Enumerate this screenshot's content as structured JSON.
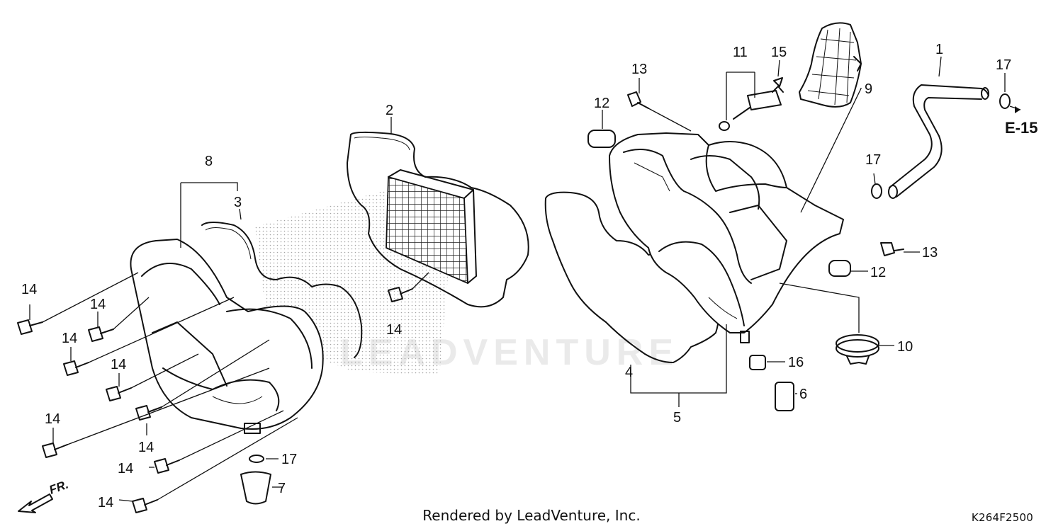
{
  "diagram": {
    "callouts": [
      "1",
      "2",
      "3",
      "4",
      "5",
      "6",
      "7",
      "8",
      "9",
      "10",
      "11",
      "12",
      "12",
      "13",
      "13",
      "14",
      "14",
      "14",
      "14",
      "14",
      "14",
      "14",
      "14",
      "14",
      "15",
      "16",
      "17",
      "17",
      "17"
    ],
    "reference": "E-15",
    "front_label": "FR."
  },
  "watermark": "LEADVENTURE",
  "footer": {
    "credit": "Rendered by LeadVenture, Inc.",
    "code": "K264F2500"
  }
}
